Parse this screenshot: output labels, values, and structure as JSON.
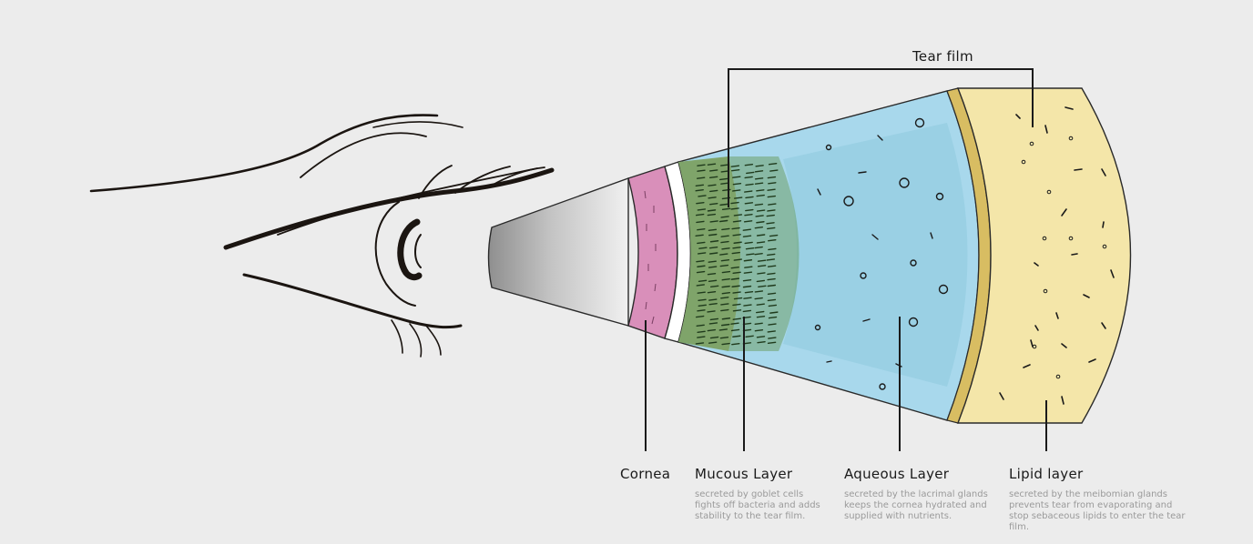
{
  "diagram": {
    "tear_film_label": "Tear film",
    "layers": [
      {
        "key": "cornea",
        "name": "Cornea",
        "desc": []
      },
      {
        "key": "mucous",
        "name": "Mucous Layer",
        "desc": [
          "secreted by goblet cells",
          "fights off bacteria and adds",
          "stability to the tear film."
        ]
      },
      {
        "key": "aqueous",
        "name": "Aqueous Layer",
        "desc": [
          "secreted by the lacrimal glands",
          "keeps the cornea hydrated and",
          "supplied with nutrients."
        ]
      },
      {
        "key": "lipid",
        "name": "Lipid layer",
        "desc": [
          "secreted by the meibomian glands",
          "prevents tear from evaporating and",
          "stop sebaceous lipids to enter the tear",
          "film."
        ]
      }
    ],
    "colors": {
      "background": "#ececec",
      "cornea": "#d98fba",
      "mucous": "#7fa46a",
      "aqueous": "#a8d8ec",
      "lipid_rim": "#d8bd62",
      "lipid": "#f4e6a9",
      "outline": "#2a2a2a"
    }
  }
}
